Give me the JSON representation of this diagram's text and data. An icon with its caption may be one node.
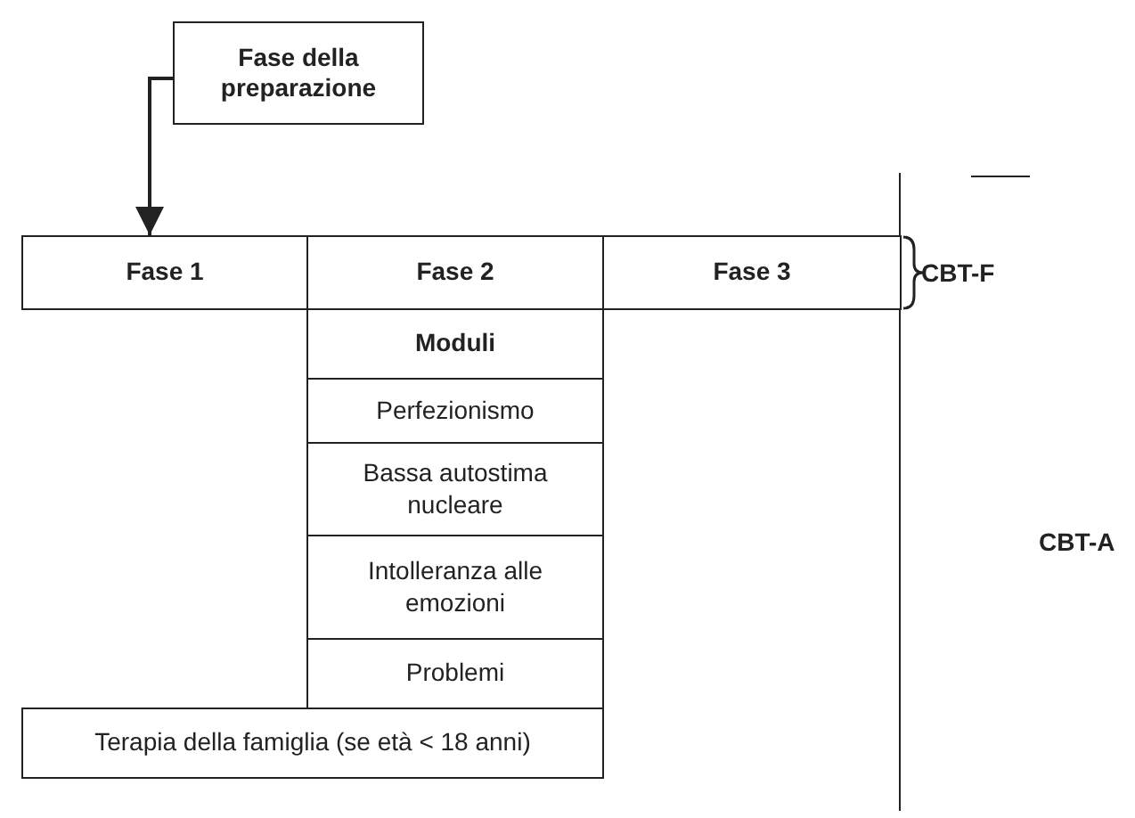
{
  "diagram": {
    "nodes": [
      {
        "text": [
          "Fase della preparazione"
        ]
      },
      {
        "text": [
          "Fase 1"
        ]
      },
      {
        "text": [
          "Fase 2"
        ]
      },
      {
        "text": [
          "Fase 3"
        ]
      },
      {
        "text": [
          "Moduli"
        ]
      },
      {
        "text": [
          "Perfezionismo"
        ]
      },
      {
        "text": [
          "Bassa autostima nucleare"
        ]
      },
      {
        "text": [
          "Intolleranza alle emozioni"
        ]
      },
      {
        "text": [
          "Problemi"
        ]
      },
      {
        "text": [
          "Terapia della famiglia (se età < 18 anni)"
        ]
      }
    ],
    "edges": [
      {
        "from": 0,
        "to": 1,
        "arrow": "to"
      }
    ],
    "labels": [
      "CBT-F",
      "CBT-A"
    ]
  }
}
